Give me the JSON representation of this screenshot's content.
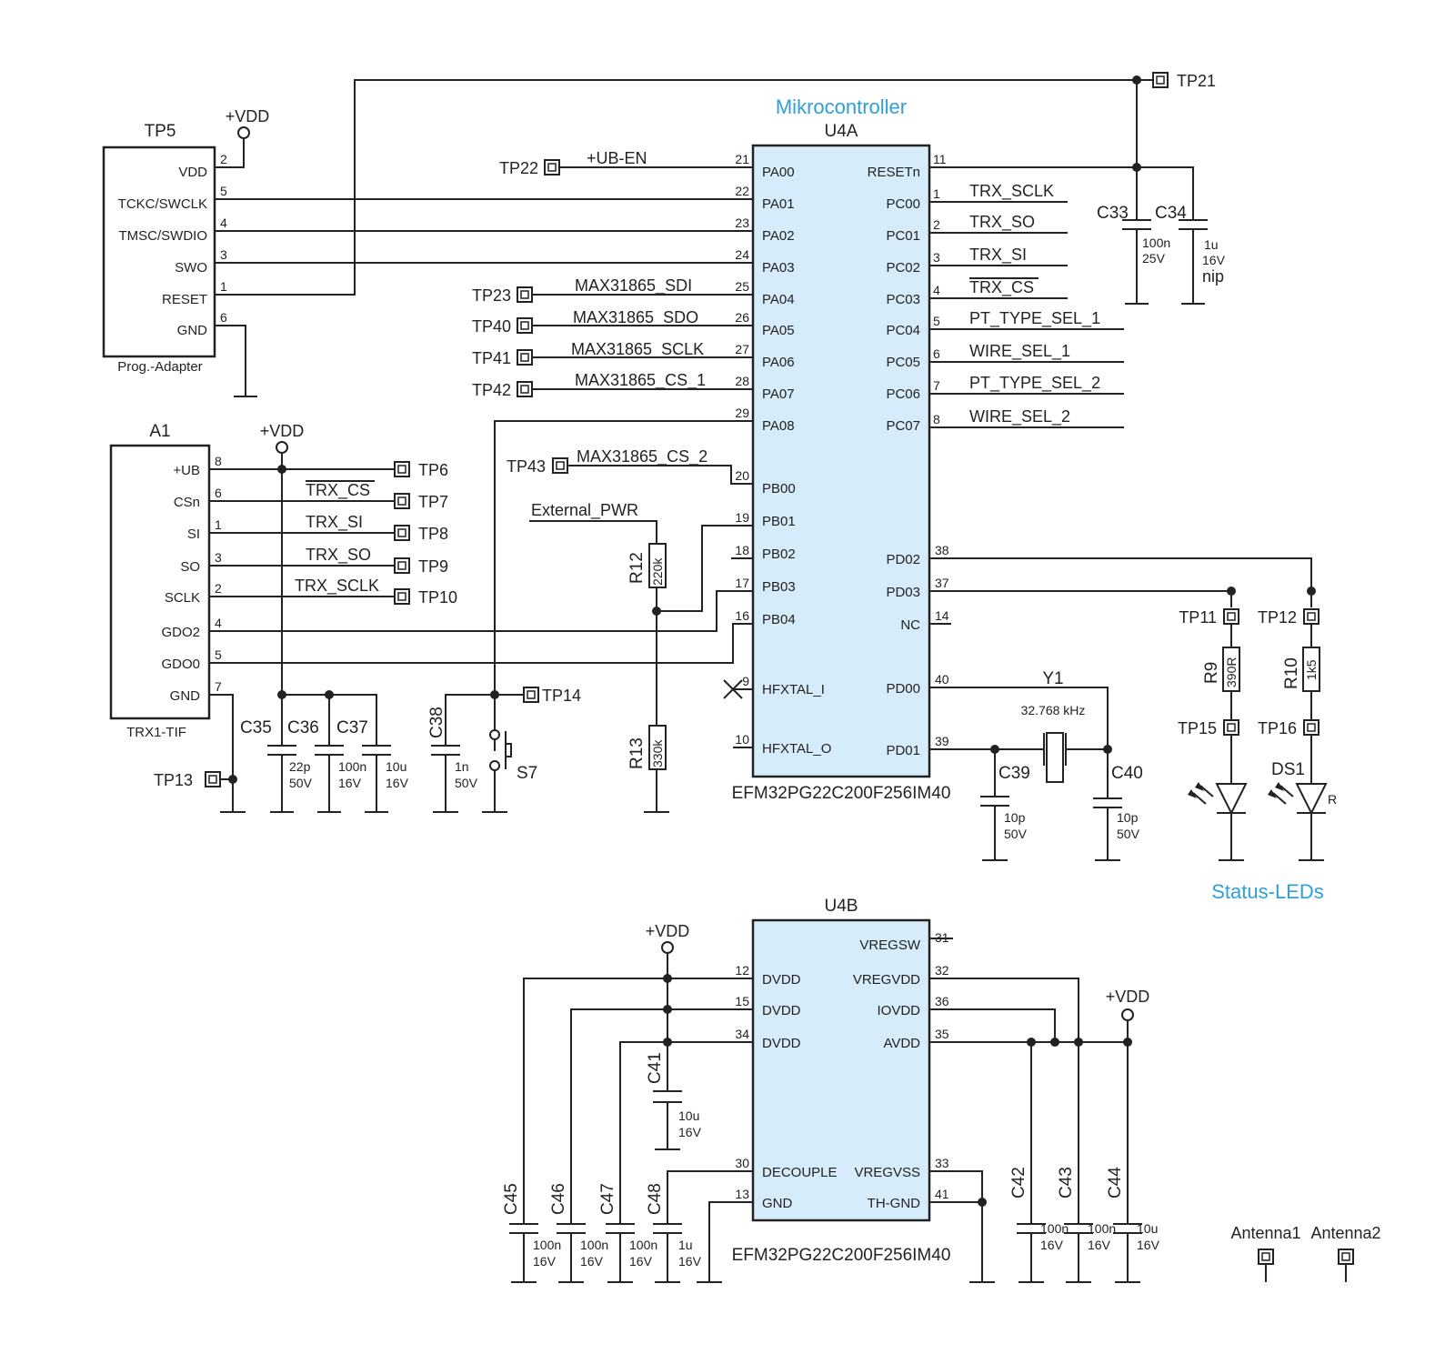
{
  "titles": {
    "mcu_block": "Mikrocontroller",
    "leds_block": "Status-LEDs"
  },
  "u4a": {
    "ref": "U4A",
    "part": "EFM32PG22C200F256IM40",
    "left_pins": [
      {
        "num": "21",
        "name": "PA00"
      },
      {
        "num": "22",
        "name": "PA01"
      },
      {
        "num": "23",
        "name": "PA02"
      },
      {
        "num": "24",
        "name": "PA03"
      },
      {
        "num": "25",
        "name": "PA04"
      },
      {
        "num": "26",
        "name": "PA05"
      },
      {
        "num": "27",
        "name": "PA06"
      },
      {
        "num": "28",
        "name": "PA07"
      },
      {
        "num": "29",
        "name": "PA08"
      },
      {
        "num": "20",
        "name": "PB00"
      },
      {
        "num": "19",
        "name": "PB01"
      },
      {
        "num": "18",
        "name": "PB02"
      },
      {
        "num": "17",
        "name": "PB03"
      },
      {
        "num": "16",
        "name": "PB04"
      },
      {
        "num": "9",
        "name": "HFXTAL_I"
      },
      {
        "num": "10",
        "name": "HFXTAL_O"
      }
    ],
    "right_pins": [
      {
        "num": "11",
        "name": "RESETn"
      },
      {
        "num": "1",
        "name": "PC00"
      },
      {
        "num": "2",
        "name": "PC01"
      },
      {
        "num": "3",
        "name": "PC02"
      },
      {
        "num": "4",
        "name": "PC03"
      },
      {
        "num": "5",
        "name": "PC04"
      },
      {
        "num": "6",
        "name": "PC05"
      },
      {
        "num": "7",
        "name": "PC06"
      },
      {
        "num": "8",
        "name": "PC07"
      },
      {
        "num": "38",
        "name": "PD02"
      },
      {
        "num": "37",
        "name": "PD03"
      },
      {
        "num": "14",
        "name": "NC"
      },
      {
        "num": "40",
        "name": "PD00"
      },
      {
        "num": "39",
        "name": "PD01"
      }
    ]
  },
  "u4b": {
    "ref": "U4B",
    "part": "EFM32PG22C200F256IM40",
    "left_pins": [
      {
        "num": "12",
        "name": "DVDD"
      },
      {
        "num": "15",
        "name": "DVDD"
      },
      {
        "num": "34",
        "name": "DVDD"
      },
      {
        "num": "30",
        "name": "DECOUPLE"
      },
      {
        "num": "13",
        "name": "GND"
      }
    ],
    "right_pins": [
      {
        "num": "31",
        "name": "VREGSW"
      },
      {
        "num": "32",
        "name": "VREGVDD"
      },
      {
        "num": "36",
        "name": "IOVDD"
      },
      {
        "num": "35",
        "name": "AVDD"
      },
      {
        "num": "33",
        "name": "VREGVSS"
      },
      {
        "num": "41",
        "name": "TH-GND"
      }
    ]
  },
  "tp5": {
    "ref": "TP5",
    "caption": "Prog.-Adapter",
    "pins": [
      {
        "num": "2",
        "name": "VDD"
      },
      {
        "num": "5",
        "name": "TCKC/SWCLK"
      },
      {
        "num": "4",
        "name": "TMSC/SWDIO"
      },
      {
        "num": "3",
        "name": "SWO"
      },
      {
        "num": "1",
        "name": "RESET"
      },
      {
        "num": "6",
        "name": "GND"
      }
    ]
  },
  "a1": {
    "ref": "A1",
    "caption": "TRX1-TIF",
    "pins": [
      {
        "num": "8",
        "name": "+UB"
      },
      {
        "num": "6",
        "name": "CSn"
      },
      {
        "num": "1",
        "name": "SI"
      },
      {
        "num": "3",
        "name": "SO"
      },
      {
        "num": "2",
        "name": "SCLK"
      },
      {
        "num": "4",
        "name": "GDO2"
      },
      {
        "num": "5",
        "name": "GDO0"
      },
      {
        "num": "7",
        "name": "GND"
      }
    ]
  },
  "nets": {
    "ub_en": "+UB-EN",
    "max_sdi": "MAX31865_SDI",
    "max_sdo": "MAX31865_SDO",
    "max_sclk": "MAX31865_SCLK",
    "max_cs1": "MAX31865_CS_1",
    "max_cs2": "MAX31865_CS_2",
    "ext_pwr": "External_PWR",
    "trx_sclk": "TRX_SCLK",
    "trx_so": "TRX_SO",
    "trx_si": "TRX_SI",
    "trx_cs": "TRX_CS",
    "pt1": "PT_TYPE_SEL_1",
    "wire1": "WIRE_SEL_1",
    "pt2": "PT_TYPE_SEL_2",
    "wire2": "WIRE_SEL_2",
    "a1_csn": "TRX_CS",
    "a1_si": "TRX_SI",
    "a1_so": "TRX_SO",
    "a1_sclk": "TRX_SCLK"
  },
  "power": {
    "vdd1": "+VDD",
    "vdd2": "+VDD",
    "vdd3": "+VDD",
    "vdd4": "+VDD"
  },
  "testpoints": {
    "tp21": "TP21",
    "tp22": "TP22",
    "tp23": "TP23",
    "tp40": "TP40",
    "tp41": "TP41",
    "tp42": "TP42",
    "tp43": "TP43",
    "tp6": "TP6",
    "tp7": "TP7",
    "tp8": "TP8",
    "tp9": "TP9",
    "tp10": "TP10",
    "tp13": "TP13",
    "tp14": "TP14",
    "tp11": "TP11",
    "tp12": "TP12",
    "tp15": "TP15",
    "tp16": "TP16"
  },
  "capacitors": {
    "c33": {
      "ref": "C33",
      "v1": "100n",
      "v2": "25V"
    },
    "c34": {
      "ref": "C34",
      "v1": "1u",
      "v2": "16V",
      "v3": "nip"
    },
    "c35": {
      "ref": "C35",
      "v1": "22p",
      "v2": "50V"
    },
    "c36": {
      "ref": "C36",
      "v1": "100n",
      "v2": "16V"
    },
    "c37": {
      "ref": "C37",
      "v1": "10u",
      "v2": "16V"
    },
    "c38": {
      "ref": "C38",
      "v1": "1n",
      "v2": "50V"
    },
    "c39": {
      "ref": "C39",
      "v1": "10p",
      "v2": "50V"
    },
    "c40": {
      "ref": "C40",
      "v1": "10p",
      "v2": "50V"
    },
    "c41": {
      "ref": "C41",
      "v1": "10u",
      "v2": "16V"
    },
    "c42": {
      "ref": "C42",
      "v1": "100n",
      "v2": "16V"
    },
    "c43": {
      "ref": "C43",
      "v1": "100n",
      "v2": "16V"
    },
    "c44": {
      "ref": "C44",
      "v1": "10u",
      "v2": "16V"
    },
    "c45": {
      "ref": "C45",
      "v1": "100n",
      "v2": "16V"
    },
    "c46": {
      "ref": "C46",
      "v1": "100n",
      "v2": "16V"
    },
    "c47": {
      "ref": "C47",
      "v1": "100n",
      "v2": "16V"
    },
    "c48": {
      "ref": "C48",
      "v1": "1u",
      "v2": "16V"
    }
  },
  "resistors": {
    "r12": {
      "ref": "R12",
      "val": "220k"
    },
    "r13": {
      "ref": "R13",
      "val": "330k"
    },
    "r9": {
      "ref": "R9",
      "val": "390R"
    },
    "r10": {
      "ref": "R10",
      "val": "1k5"
    }
  },
  "crystal": {
    "ref": "Y1",
    "freq": "32.768 kHz"
  },
  "switch": {
    "ref": "S7"
  },
  "leds": {
    "ref": "DS1",
    "color_mark": "R"
  },
  "antennas": {
    "a1": "Antenna1",
    "a2": "Antenna2"
  },
  "colors": {
    "ic_fill": "#d6ecfa",
    "label_blue": "#2f9fd8",
    "wire": "#222222"
  }
}
